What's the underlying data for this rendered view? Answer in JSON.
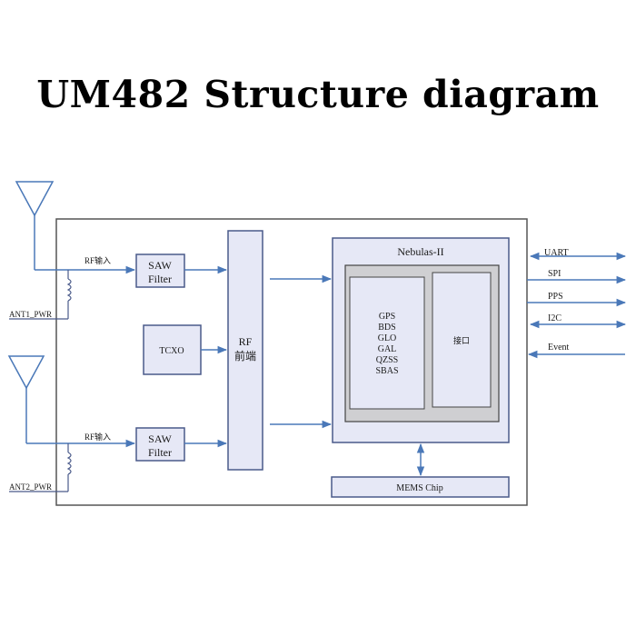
{
  "title": "UM482 Structure diagram",
  "blocks": {
    "saw1": [
      "SAW",
      "Filter"
    ],
    "saw2": [
      "SAW",
      "Filter"
    ],
    "tcxo": "TCXO",
    "rf": [
      "RF",
      "前端"
    ],
    "nebulas": "Nebulas-II",
    "gnss": [
      "GPS",
      "BDS",
      "GLO",
      "GAL",
      "QZSS",
      "SBAS"
    ],
    "port": "接口",
    "mems": "MEMS Chip"
  },
  "rf_inputs": [
    "RF输入",
    "RF输入"
  ],
  "ant_power": [
    "ANT1_PWR",
    "ANT2_PWR"
  ],
  "interfaces": [
    "UART",
    "SPI",
    "PPS",
    "I2C",
    "Event"
  ],
  "colors": {
    "line": "#4a78b8",
    "box_fill": "#e6e8f6",
    "box_border": "#4a5a8a",
    "frame": "#555555"
  }
}
